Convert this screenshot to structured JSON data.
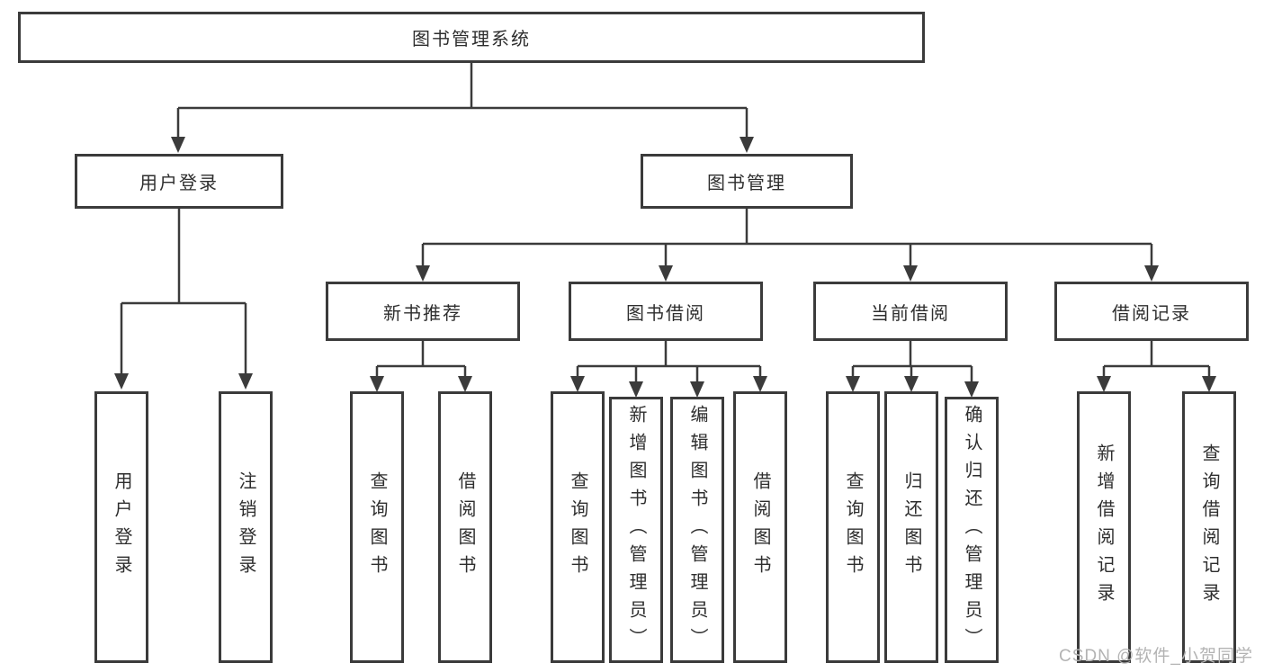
{
  "diagram": {
    "root": {
      "label": "图书管理系统"
    },
    "branches": [
      {
        "label": "用户登录",
        "children": [
          {
            "label": "用户登录"
          },
          {
            "label": "注销登录"
          }
        ]
      },
      {
        "label": "图书管理",
        "groups": [
          {
            "label": "新书推荐",
            "children": [
              {
                "label": "查询图书"
              },
              {
                "label": "借阅图书"
              }
            ]
          },
          {
            "label": "图书借阅",
            "children": [
              {
                "label": "查询图书"
              },
              {
                "label": "新增图书（管理员）"
              },
              {
                "label": "编辑图书（管理员）"
              },
              {
                "label": "借阅图书"
              }
            ]
          },
          {
            "label": "当前借阅",
            "children": [
              {
                "label": "查询图书"
              },
              {
                "label": "归还图书"
              },
              {
                "label": "确认归还（管理员）"
              }
            ]
          },
          {
            "label": "借阅记录",
            "children": [
              {
                "label": "新增借阅记录"
              },
              {
                "label": "查询借阅记录"
              }
            ]
          }
        ]
      }
    ]
  },
  "watermark": "CSDN @软件_小贺同学",
  "colors": {
    "line": "#3b3b3b",
    "text": "#2e2e2e",
    "watermark": "#b3b3b3",
    "background": "#ffffff"
  }
}
